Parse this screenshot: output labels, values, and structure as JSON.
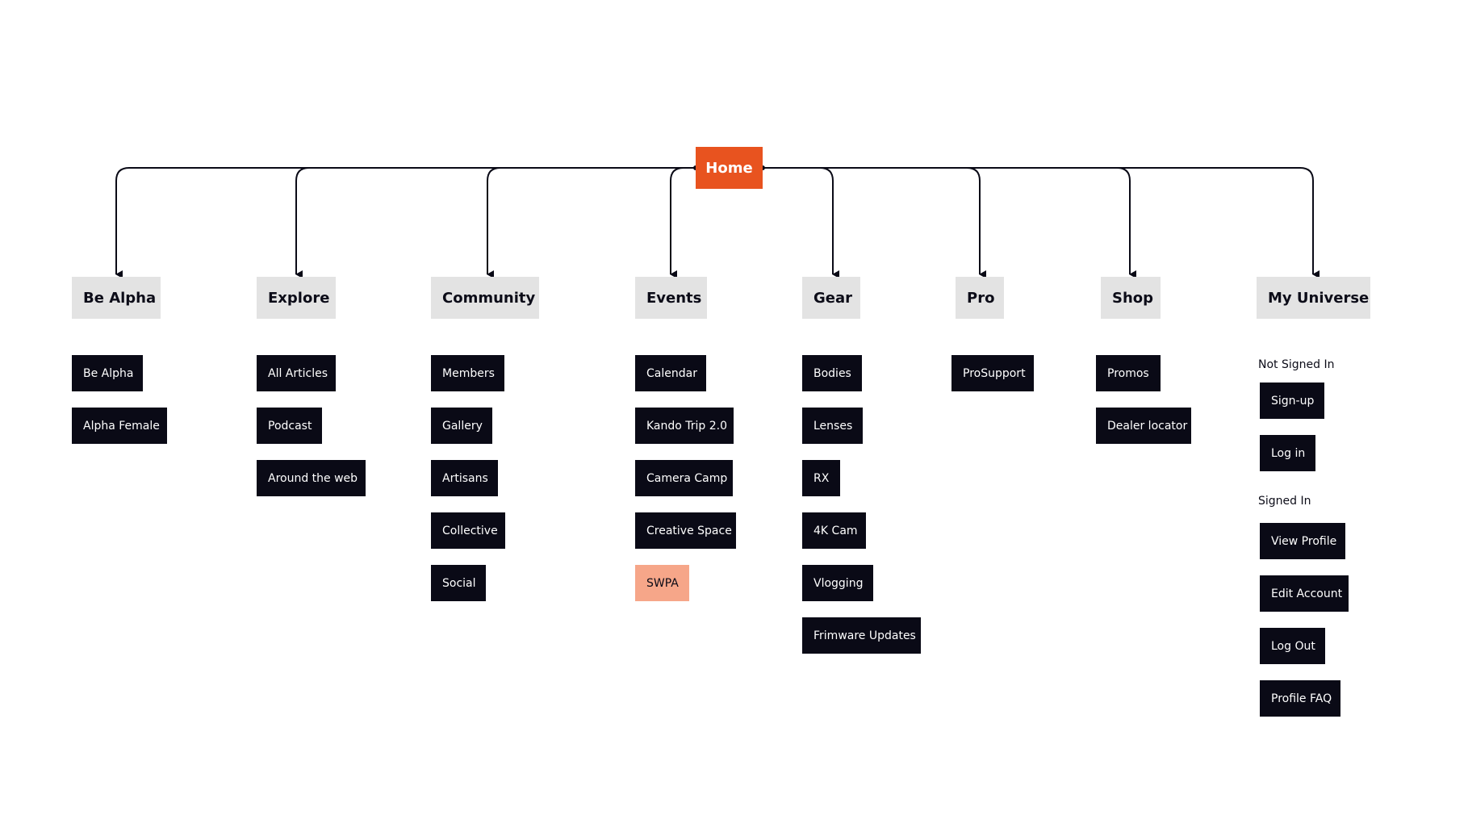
{
  "home": {
    "label": "Home",
    "color": "#e8531f"
  },
  "sections": [
    {
      "label": "Be Alpha",
      "items": [
        "Be Alpha",
        "Alpha Female"
      ]
    },
    {
      "label": "Explore",
      "items": [
        "All Articles",
        "Podcast",
        "Around the web"
      ]
    },
    {
      "label": "Community",
      "items": [
        "Members",
        "Gallery",
        "Artisans",
        "Collective",
        "Social"
      ]
    },
    {
      "label": "Events",
      "items": [
        "Calendar",
        "Kando Trip 2.0",
        "Camera Camp",
        "Creative Space",
        "SWPA"
      ]
    },
    {
      "label": "Gear",
      "items": [
        "Bodies",
        "Lenses",
        "RX",
        "4K Cam",
        "Vlogging",
        "Frimware Updates"
      ]
    },
    {
      "label": "Pro",
      "items": [
        "ProSupport"
      ]
    },
    {
      "label": "Shop",
      "items": [
        "Promos",
        "Dealer locator"
      ]
    },
    {
      "label": "My Universe",
      "groups": [
        {
          "label": "Not Signed In",
          "items": [
            "Sign-up",
            "Log in"
          ]
        },
        {
          "label": "Signed In",
          "items": [
            "View Profile",
            "Edit Account",
            "Log Out",
            "Profile FAQ"
          ]
        }
      ]
    }
  ],
  "colors": {
    "home": "#e8531f",
    "section": "#e3e3e3",
    "item": "#0a0a16",
    "highlight": "#f6a689",
    "connector": "#0a0a16"
  }
}
